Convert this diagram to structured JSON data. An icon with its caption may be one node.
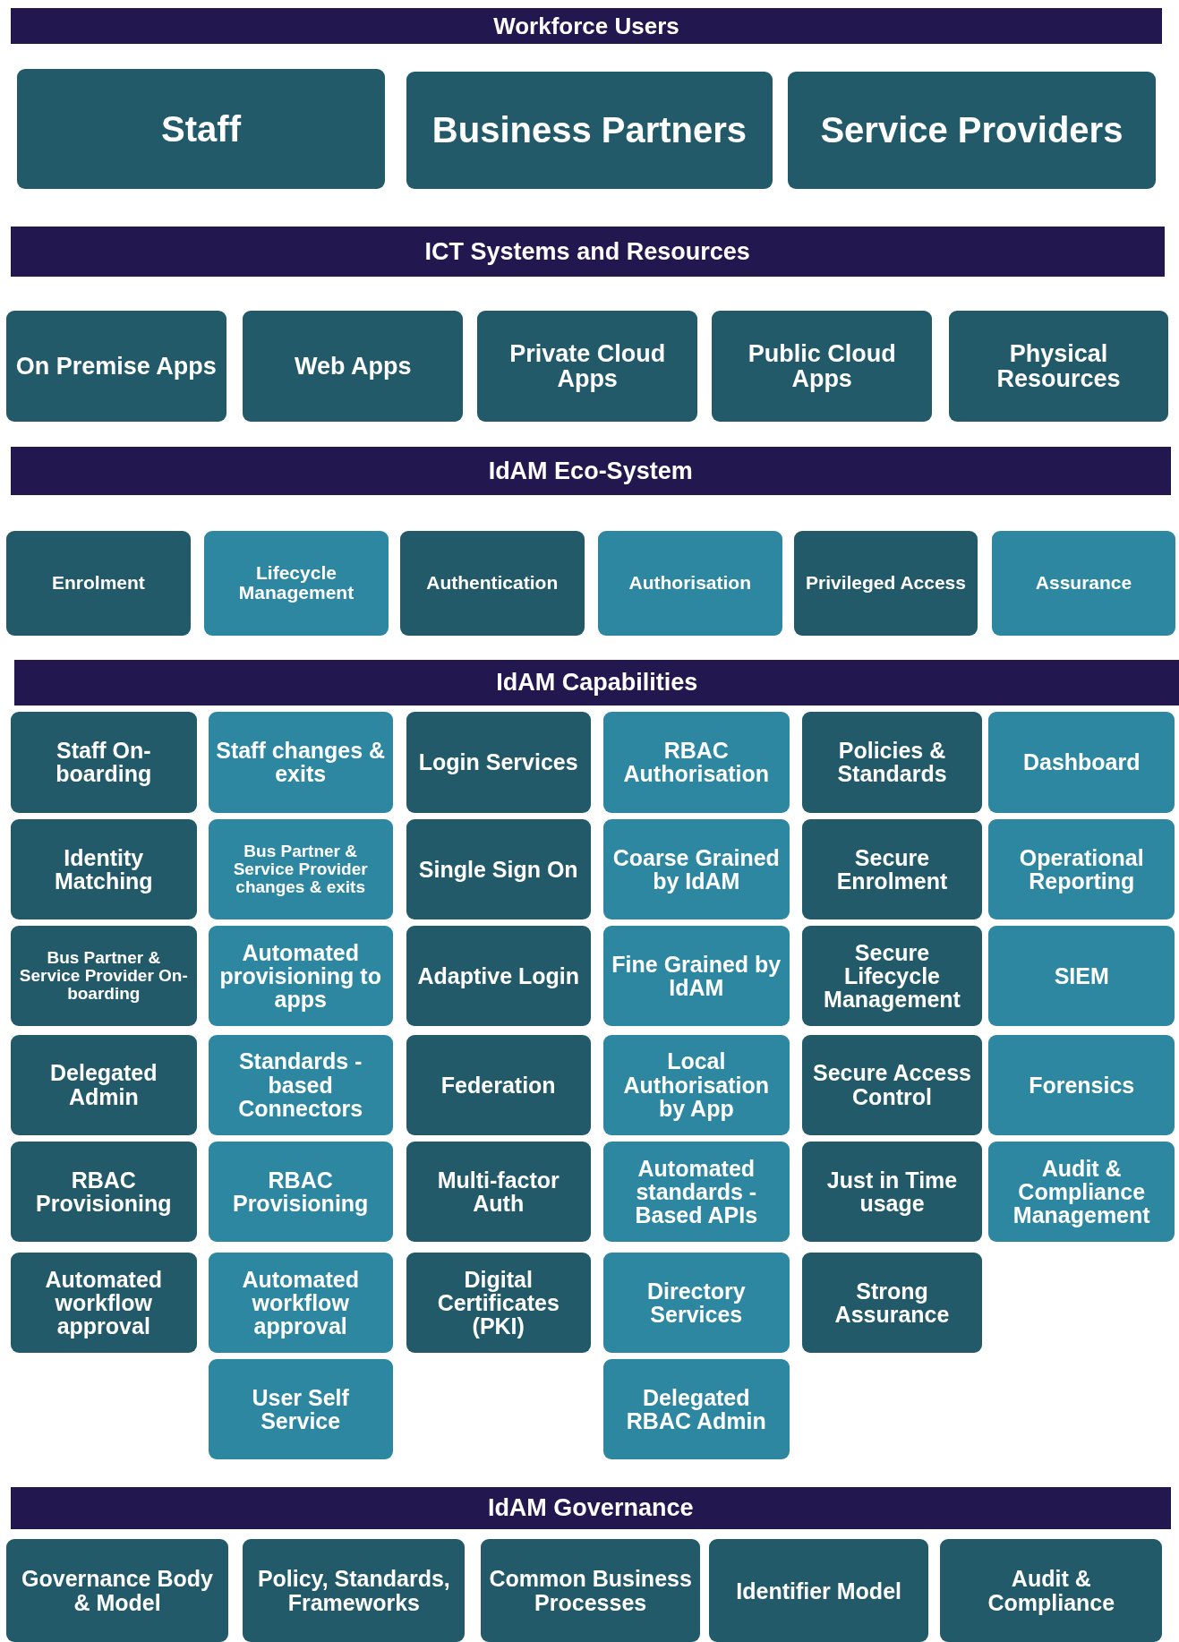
{
  "diagram": {
    "nodes": [
      {
        "text": [
          "Workforce Users"
        ]
      },
      {
        "text": [
          "Staff"
        ]
      },
      {
        "text": [
          "Business Partners"
        ]
      },
      {
        "text": [
          "Service Providers"
        ]
      },
      {
        "text": [
          "ICT Systems and Resources"
        ]
      },
      {
        "text": [
          "On Premise Apps"
        ]
      },
      {
        "text": [
          "Web Apps"
        ]
      },
      {
        "text": [
          "Private Cloud Apps"
        ]
      },
      {
        "text": [
          "Public Cloud Apps"
        ]
      },
      {
        "text": [
          "Physical Resources"
        ]
      },
      {
        "text": [
          "IdAM Eco-System"
        ]
      },
      {
        "text": [
          "Enrolment"
        ]
      },
      {
        "text": [
          "Lifecycle Management"
        ]
      },
      {
        "text": [
          "Authentication"
        ]
      },
      {
        "text": [
          "Authorisation"
        ]
      },
      {
        "text": [
          "Privileged Access"
        ]
      },
      {
        "text": [
          "Assurance"
        ]
      },
      {
        "text": [
          "IdAM Capabilities"
        ]
      },
      {
        "text": [
          "Staff On-boarding"
        ]
      },
      {
        "text": [
          "Staff changes & exits"
        ]
      },
      {
        "text": [
          "Login Services"
        ]
      },
      {
        "text": [
          "RBAC Authorisation"
        ]
      },
      {
        "text": [
          "Policies & Standards"
        ]
      },
      {
        "text": [
          "Dashboard"
        ]
      },
      {
        "text": [
          "Identity Matching"
        ]
      },
      {
        "text": [
          "Bus Partner & Service Provider changes & exits"
        ]
      },
      {
        "text": [
          "Single Sign On"
        ]
      },
      {
        "text": [
          "Coarse Grained by IdAM"
        ]
      },
      {
        "text": [
          "Secure Enrolment"
        ]
      },
      {
        "text": [
          "Operational Reporting"
        ]
      },
      {
        "text": [
          "Bus Partner & Service Provider On-boarding"
        ]
      },
      {
        "text": [
          "Automated provisioning to apps"
        ]
      },
      {
        "text": [
          "Adaptive Login"
        ]
      },
      {
        "text": [
          "Fine Grained by IdAM"
        ]
      },
      {
        "text": [
          "Secure Lifecycle Management"
        ]
      },
      {
        "text": [
          "SIEM"
        ]
      },
      {
        "text": [
          "Delegated Admin"
        ]
      },
      {
        "text": [
          "Standards -based Connectors"
        ]
      },
      {
        "text": [
          "Federation"
        ]
      },
      {
        "text": [
          "Local Authorisation by App"
        ]
      },
      {
        "text": [
          "Secure Access Control"
        ]
      },
      {
        "text": [
          "Forensics"
        ]
      },
      {
        "text": [
          "RBAC Provisioning"
        ]
      },
      {
        "text": [
          "RBAC Provisioning"
        ]
      },
      {
        "text": [
          "Multi-factor Auth"
        ]
      },
      {
        "text": [
          "Automated standards - Based APIs"
        ]
      },
      {
        "text": [
          "Just in Time usage"
        ]
      },
      {
        "text": [
          "Audit & Compliance Management"
        ]
      },
      {
        "text": [
          "Automated workflow approval"
        ]
      },
      {
        "text": [
          "Automated workflow approval"
        ]
      },
      {
        "text": [
          "Digital Certificates (PKI)"
        ]
      },
      {
        "text": [
          "Directory Services"
        ]
      },
      {
        "text": [
          "Strong Assurance"
        ]
      },
      {
        "text": [
          "User Self Service"
        ]
      },
      {
        "text": [
          "Delegated RBAC Admin"
        ]
      },
      {
        "text": [
          "IdAM Governance"
        ]
      },
      {
        "text": [
          "Governance Body & Model"
        ]
      },
      {
        "text": [
          "Policy, Standards, Frameworks"
        ]
      },
      {
        "text": [
          "Common Business Processes"
        ]
      },
      {
        "text": [
          "Identifier Model"
        ]
      },
      {
        "text": [
          "Audit & Compliance"
        ]
      }
    ],
    "edges": []
  }
}
